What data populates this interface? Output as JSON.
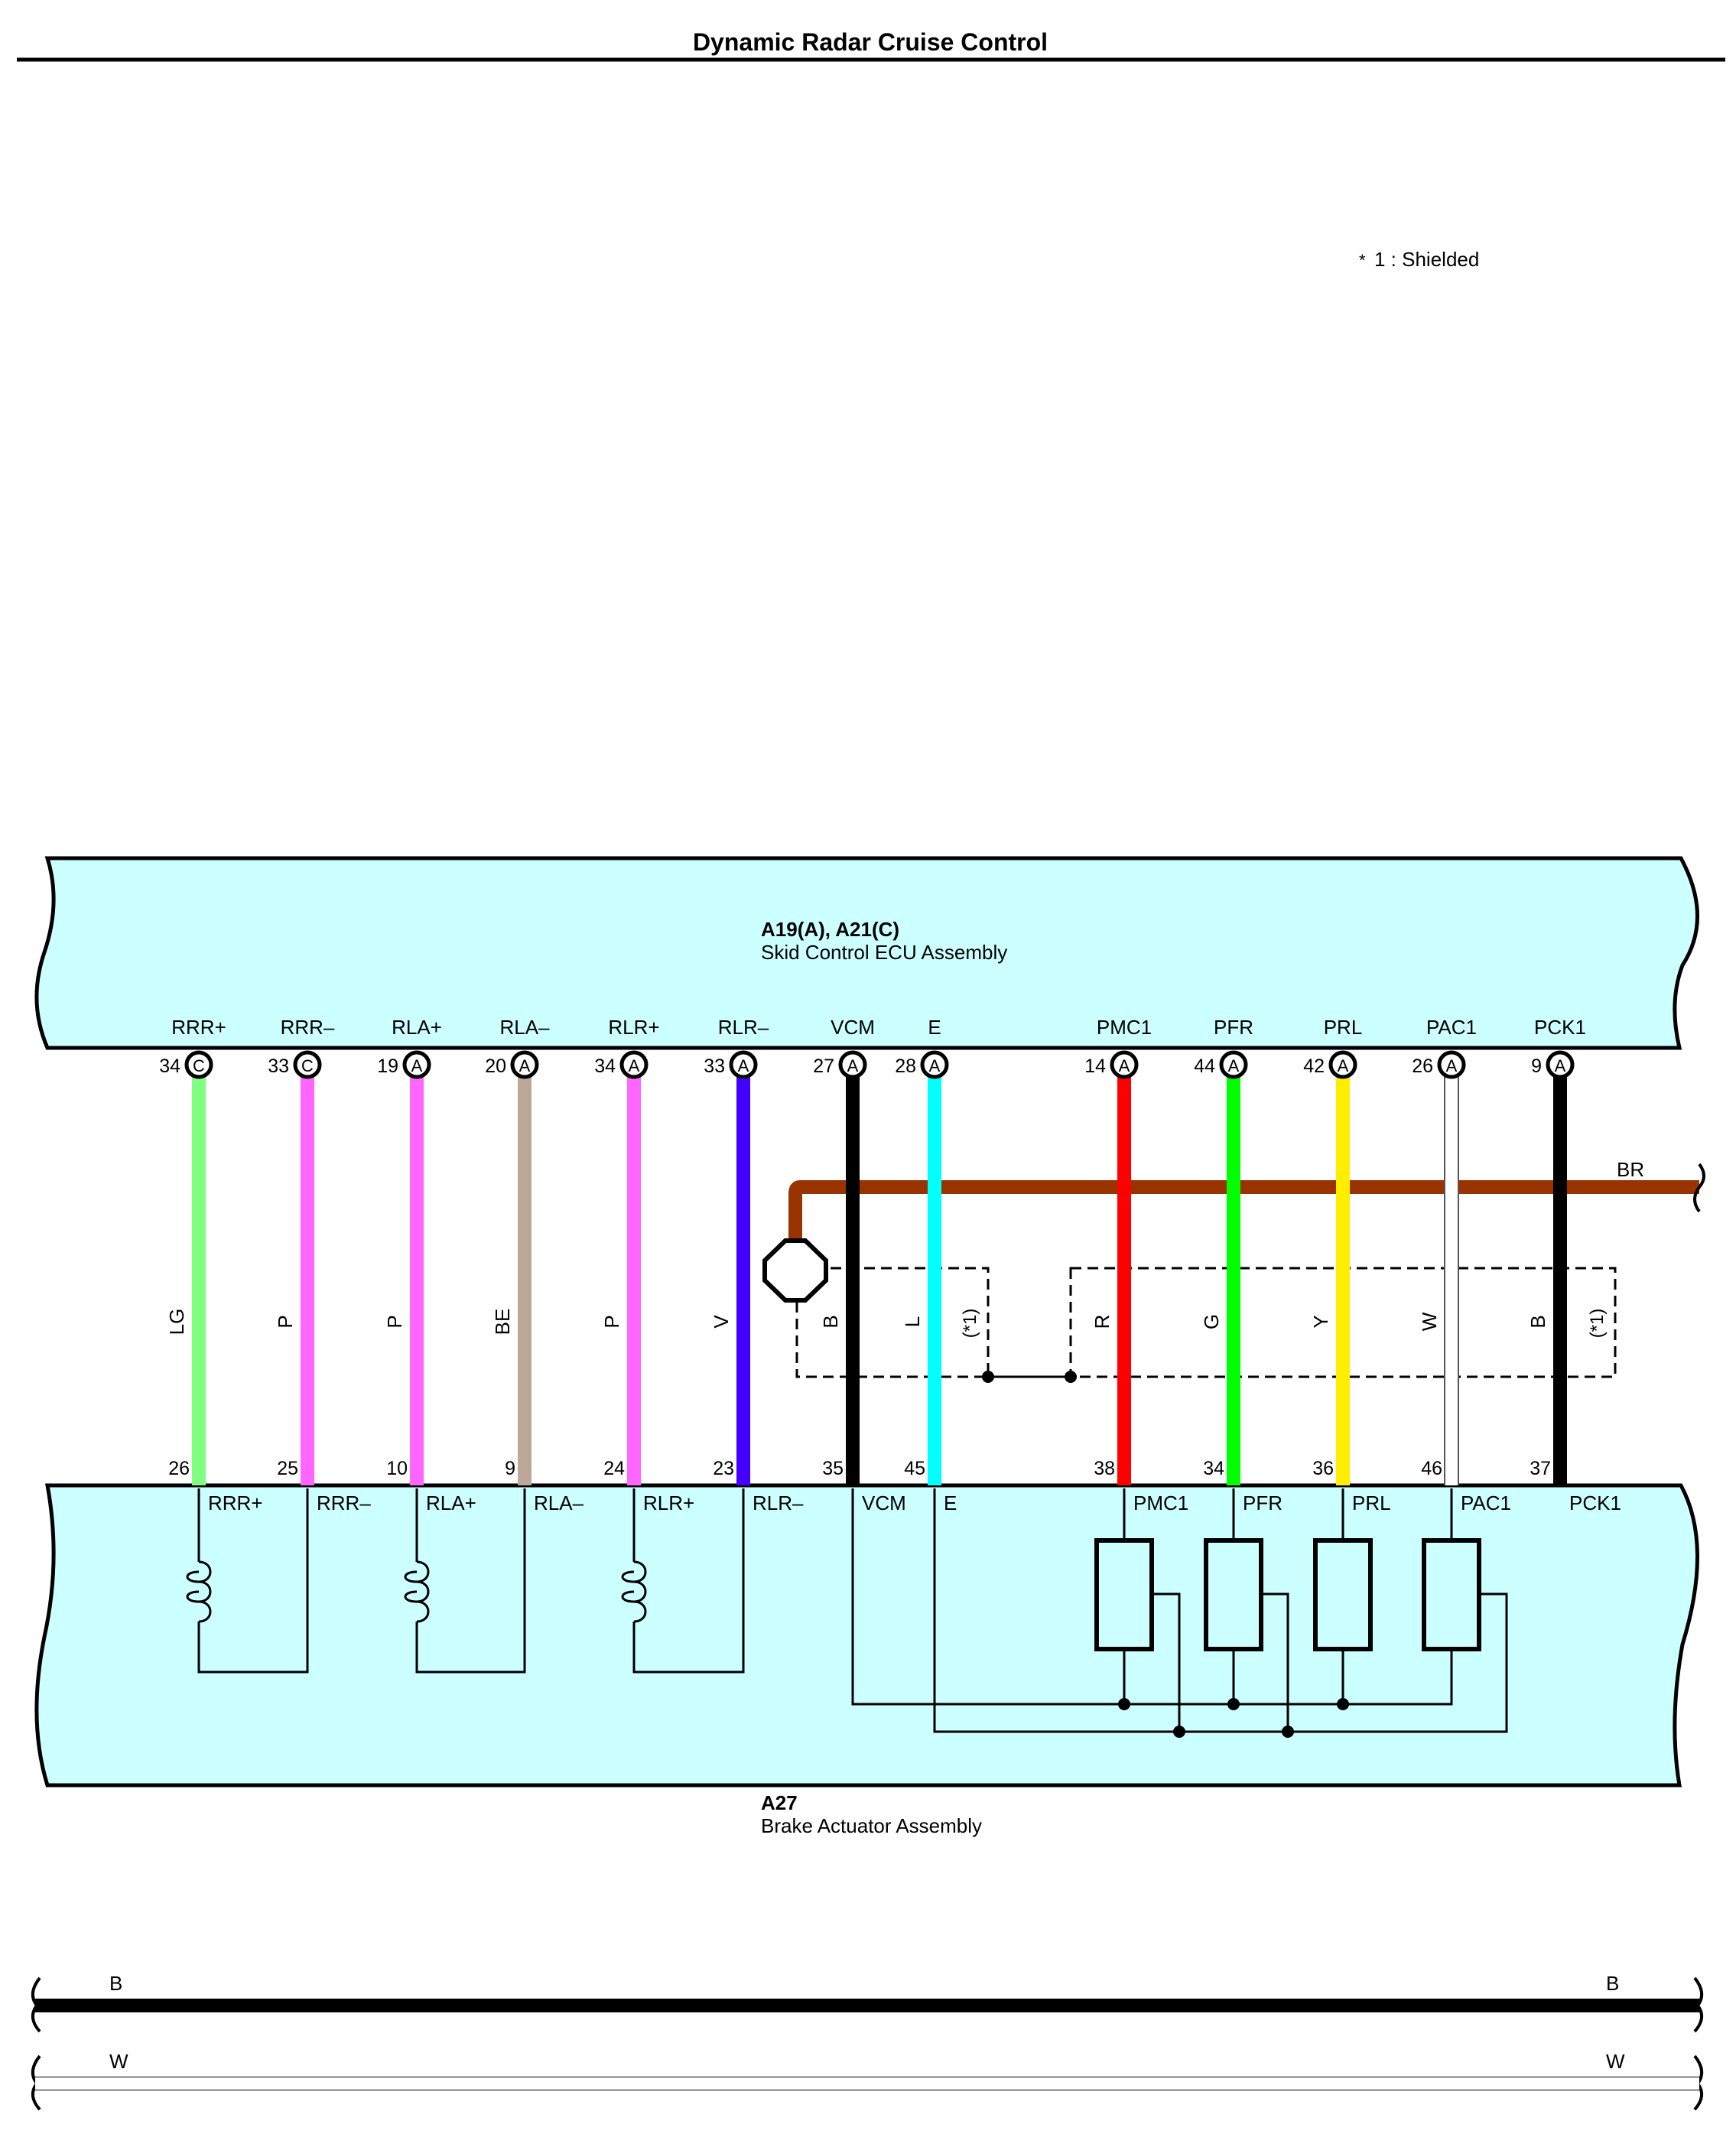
{
  "page": {
    "title": "Dynamic Radar Cruise Control"
  },
  "legend": {
    "marker": "*",
    "text": "1 : Shielded",
    "shield_tag": "(*1)"
  },
  "ecu": {
    "connector": "A19(A), A21(C)",
    "name": "Skid Control ECU Assembly",
    "pins": [
      {
        "signal": "RRR+",
        "pin": "34",
        "conn": "C"
      },
      {
        "signal": "RRR–",
        "pin": "33",
        "conn": "C"
      },
      {
        "signal": "RLA+",
        "pin": "19",
        "conn": "A"
      },
      {
        "signal": "RLA–",
        "pin": "20",
        "conn": "A"
      },
      {
        "signal": "RLR+",
        "pin": "34",
        "conn": "A"
      },
      {
        "signal": "RLR–",
        "pin": "33",
        "conn": "A"
      },
      {
        "signal": "VCM",
        "pin": "27",
        "conn": "A"
      },
      {
        "signal": "E",
        "pin": "28",
        "conn": "A"
      },
      {
        "signal": "PMC1",
        "pin": "14",
        "conn": "A"
      },
      {
        "signal": "PFR",
        "pin": "44",
        "conn": "A"
      },
      {
        "signal": "PRL",
        "pin": "42",
        "conn": "A"
      },
      {
        "signal": "PAC1",
        "pin": "26",
        "conn": "A"
      },
      {
        "signal": "PCK1",
        "pin": "9",
        "conn": "A"
      }
    ]
  },
  "wires": [
    {
      "color_code": "LG",
      "hex": "#80ff80"
    },
    {
      "color_code": "P",
      "hex": "#ff66ff"
    },
    {
      "color_code": "P",
      "hex": "#ff66ff"
    },
    {
      "color_code": "BE",
      "hex": "#bca898"
    },
    {
      "color_code": "P",
      "hex": "#ff66ff"
    },
    {
      "color_code": "V",
      "hex": "#4400ff"
    },
    {
      "color_code": "B",
      "hex": "#000000"
    },
    {
      "color_code": "L",
      "hex": "#00ffff"
    },
    {
      "color_code": "R",
      "hex": "#ff0000"
    },
    {
      "color_code": "G",
      "hex": "#00ff00"
    },
    {
      "color_code": "Y",
      "hex": "#ffee00"
    },
    {
      "color_code": "W",
      "hex": "#ffffff"
    },
    {
      "color_code": "B",
      "hex": "#000000"
    }
  ],
  "ground_wire": {
    "color_code": "BR",
    "hex": "#993300"
  },
  "actuator": {
    "connector": "A27",
    "name": "Brake Actuator Assembly",
    "pins": [
      {
        "signal": "RRR+",
        "pin": "26"
      },
      {
        "signal": "RRR–",
        "pin": "25"
      },
      {
        "signal": "RLA+",
        "pin": "10"
      },
      {
        "signal": "RLA–",
        "pin": "9"
      },
      {
        "signal": "RLR+",
        "pin": "24"
      },
      {
        "signal": "RLR–",
        "pin": "23"
      },
      {
        "signal": "VCM",
        "pin": "35"
      },
      {
        "signal": "E",
        "pin": "45"
      },
      {
        "signal": "PMC1",
        "pin": "38"
      },
      {
        "signal": "PFR",
        "pin": "34"
      },
      {
        "signal": "PRL",
        "pin": "36"
      },
      {
        "signal": "PAC1",
        "pin": "46"
      },
      {
        "signal": "PCK1",
        "pin": "37"
      }
    ]
  },
  "bus_lines": [
    {
      "label": "B",
      "hex": "#000000"
    },
    {
      "label": "W",
      "hex": "#ffffff"
    }
  ],
  "colors": {
    "module_fill": "#ccffff"
  }
}
